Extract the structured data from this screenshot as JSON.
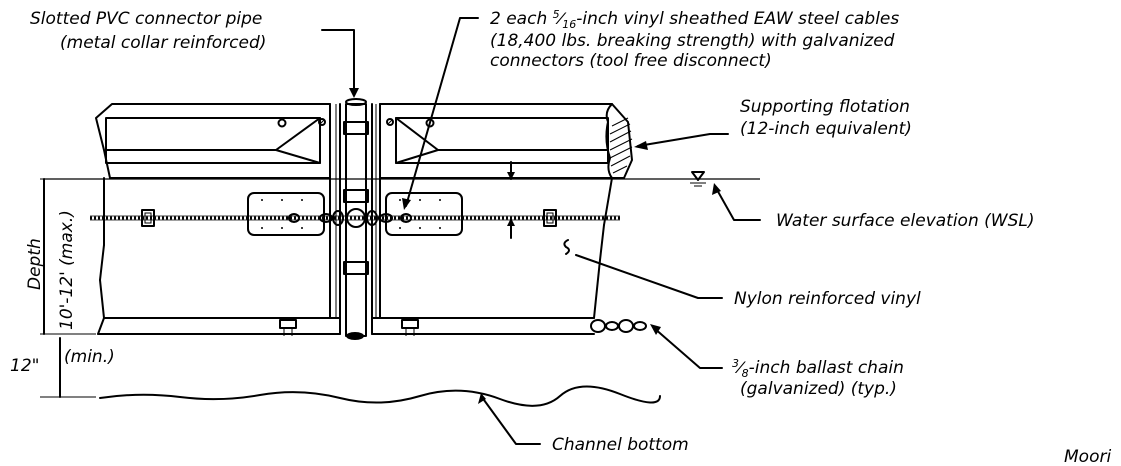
{
  "labels": {
    "pvc_line1": "Slotted PVC connector pipe",
    "pvc_line2": "(metal collar reinforced)",
    "cable_line1_pre": "2 each ",
    "cable_frac_num": "5",
    "cable_frac_den": "16",
    "cable_line1_post": "-inch vinyl sheathed EAW steel cables",
    "cable_line2": "(18,400 lbs.  breaking strength) with galvanized",
    "cable_line3": "connectors (tool free disconnect)",
    "flot_line1": "Supporting flotation",
    "flot_line2": "(12-inch equivalent)",
    "wsl": "Water surface elevation (WSL)",
    "nylon": "Nylon reinforced vinyl",
    "chain_frac_num": "3",
    "chain_frac_den": "8",
    "chain_line1_post": "-inch ballast chain",
    "chain_line2": "(galvanized) (typ.)",
    "channel": "Channel bottom",
    "depth": "Depth",
    "depth_range": "10'-12' (max.)",
    "clear_12": "12\"",
    "clear_min": "(min.)",
    "caption_fragment": "Moori"
  }
}
